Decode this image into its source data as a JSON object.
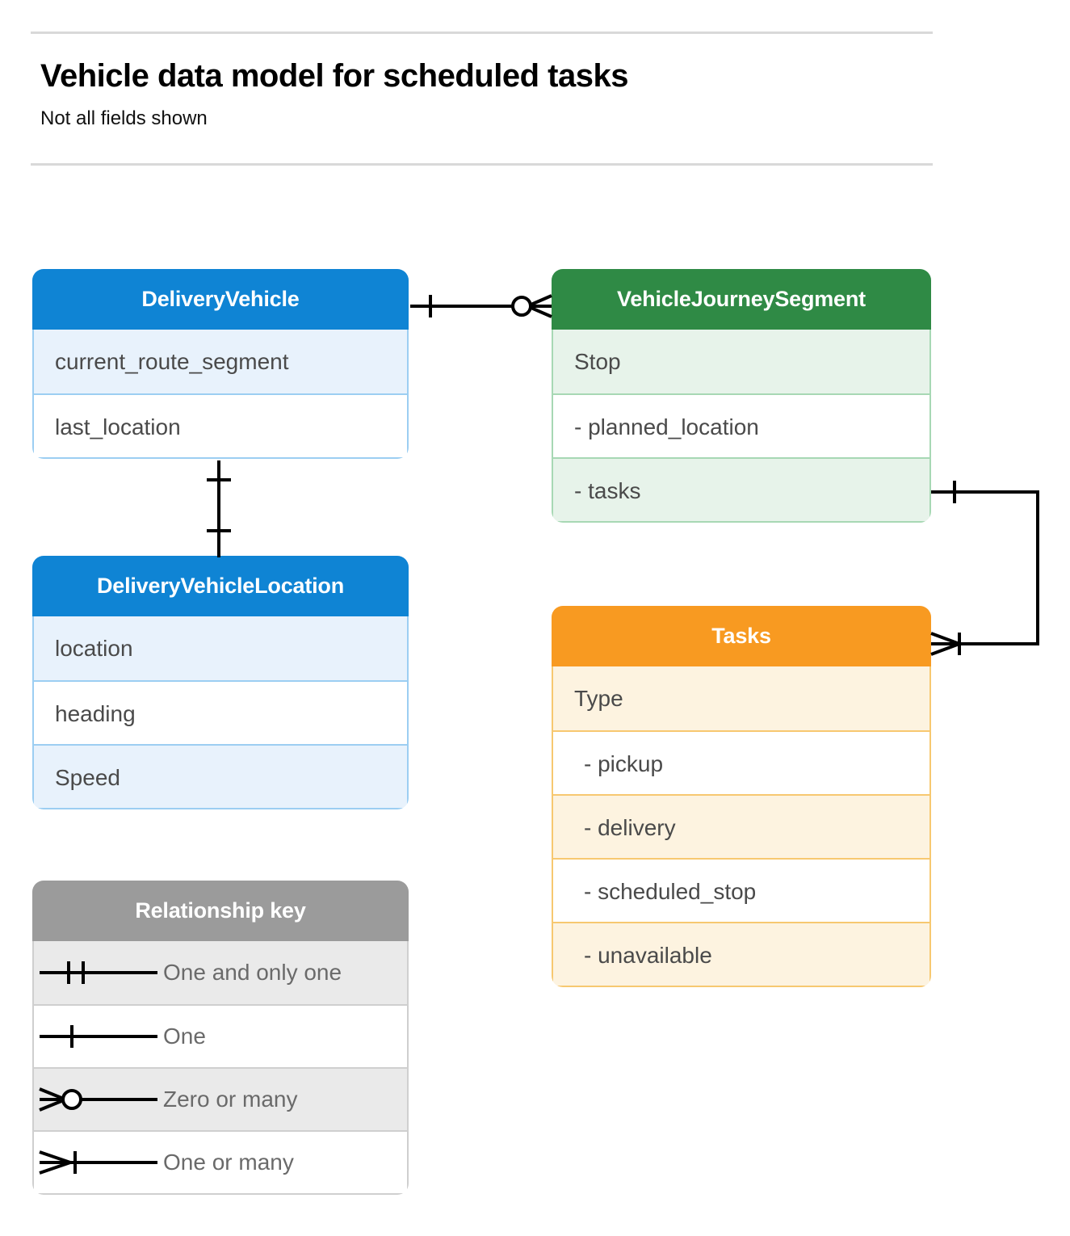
{
  "header": {
    "title": "Vehicle data model for scheduled tasks",
    "subtitle": "Not all fields shown"
  },
  "colors": {
    "blue_header": "#0f84d4",
    "blue_tint": "#e8f2fc",
    "blue_border": "#9ccef2",
    "green_header": "#2f8a45",
    "green_tint": "#e7f3ea",
    "green_border": "#a7d8b4",
    "orange_header": "#f89a21",
    "orange_tint": "#fdf3e0",
    "orange_border": "#f7c870",
    "grey_header": "#9b9b9b",
    "grey_tint": "#eaeaea",
    "grey_border": "#cfcfcf",
    "line": "#000000",
    "rule": "#d9d9d9",
    "field_text": "#4a4a4a",
    "legend_text": "#6a6a6a"
  },
  "entities": [
    {
      "id": "delivery-vehicle",
      "name": "DeliveryVehicle",
      "fields": [
        {
          "label": "current_route_segment"
        },
        {
          "label": "last_location"
        }
      ]
    },
    {
      "id": "vehicle-journey-segment",
      "name": "VehicleJourneySegment",
      "fields": [
        {
          "label": "Stop"
        },
        {
          "label": "-  planned_location"
        },
        {
          "label": "- tasks"
        }
      ]
    },
    {
      "id": "delivery-vehicle-location",
      "name": "DeliveryVehicleLocation",
      "fields": [
        {
          "label": "location"
        },
        {
          "label": "heading"
        },
        {
          "label": "Speed"
        }
      ]
    },
    {
      "id": "tasks",
      "name": "Tasks",
      "fields": [
        {
          "label": "Type"
        },
        {
          "label": "-  pickup"
        },
        {
          "label": "-  delivery"
        },
        {
          "label": "-  scheduled_stop"
        },
        {
          "label": "-  unavailable"
        }
      ]
    }
  ],
  "legend": {
    "title": "Relationship key",
    "items": [
      {
        "symbol": "one-and-only-one",
        "label": "One and only one"
      },
      {
        "symbol": "one",
        "label": "One"
      },
      {
        "symbol": "zero-or-many",
        "label": "Zero or many"
      },
      {
        "symbol": "one-or-many",
        "label": "One or many"
      }
    ]
  },
  "relationships": [
    {
      "id": "vehicle-to-journey-segment",
      "from": "DeliveryVehicle",
      "to": "VehicleJourneySegment",
      "from_cardinality": "One",
      "to_cardinality": "Zero or many"
    },
    {
      "id": "vehicle-to-vehicle-location",
      "from": "DeliveryVehicle",
      "to": "DeliveryVehicleLocation",
      "from_cardinality": "One",
      "to_cardinality": "One"
    },
    {
      "id": "journey-segment-tasks-to-tasks",
      "from": "VehicleJourneySegment.tasks",
      "to": "Tasks",
      "from_cardinality": "One",
      "to_cardinality": "One or many"
    }
  ]
}
